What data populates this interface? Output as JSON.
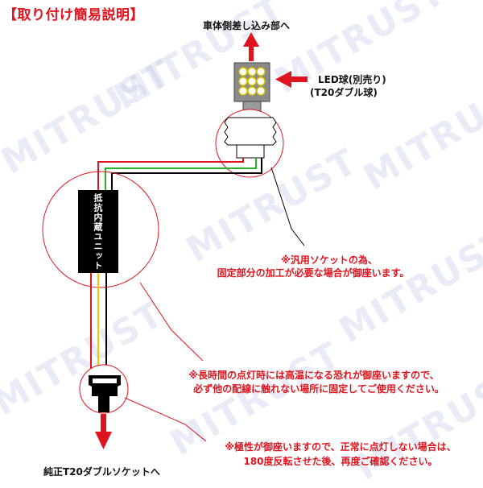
{
  "title": "【取り付け簡易説明】",
  "watermark_text": "MITRUST",
  "top_label": "車体側差し込み部へ",
  "led_label_1": "LED球(別売り)",
  "led_label_2": "(T20ダブル球)",
  "unit_label": "抵抗内蔵ユニット",
  "note_socket": {
    "line1": "※汎用ソケットの為、",
    "line2": "固定部分の加工が必要な場合が御座います。"
  },
  "note_heat": {
    "line1": "※長時間の点灯時には高温になる恐れが御座いますので、",
    "line2": "必ず他の配線に触れない場所に固定してご使用ください。"
  },
  "note_polarity": {
    "line1": "※極性が御座いますので、正常に点灯しない場合は、",
    "line2": "180度反転させた後、再度ご確認ください。"
  },
  "bottom_label": "純正T20ダブルソケットへ",
  "colors": {
    "accent_red": "#e0141e",
    "wire_yellow": "#f0c800",
    "wire_green": "#2cae2c",
    "wire_black": "#111111"
  }
}
